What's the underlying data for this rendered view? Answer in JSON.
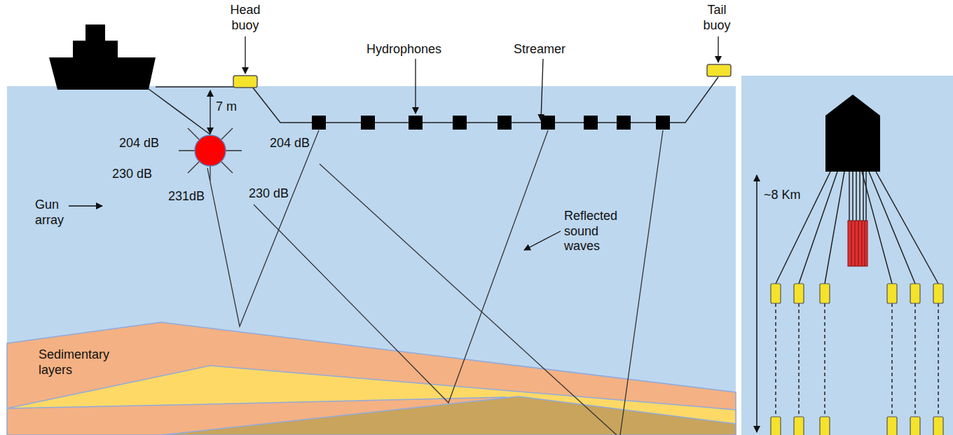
{
  "diagram": {
    "labels": [
      "Head buoy",
      "Tail buoy",
      "Hydrophones",
      "Streamer",
      "7 m",
      "204 dB",
      "204 dB",
      "230 dB",
      "231dB",
      "230 dB",
      "Gun array",
      "Reflected sound waves",
      "Sedimentary layers",
      "~8 Km"
    ]
  }
}
